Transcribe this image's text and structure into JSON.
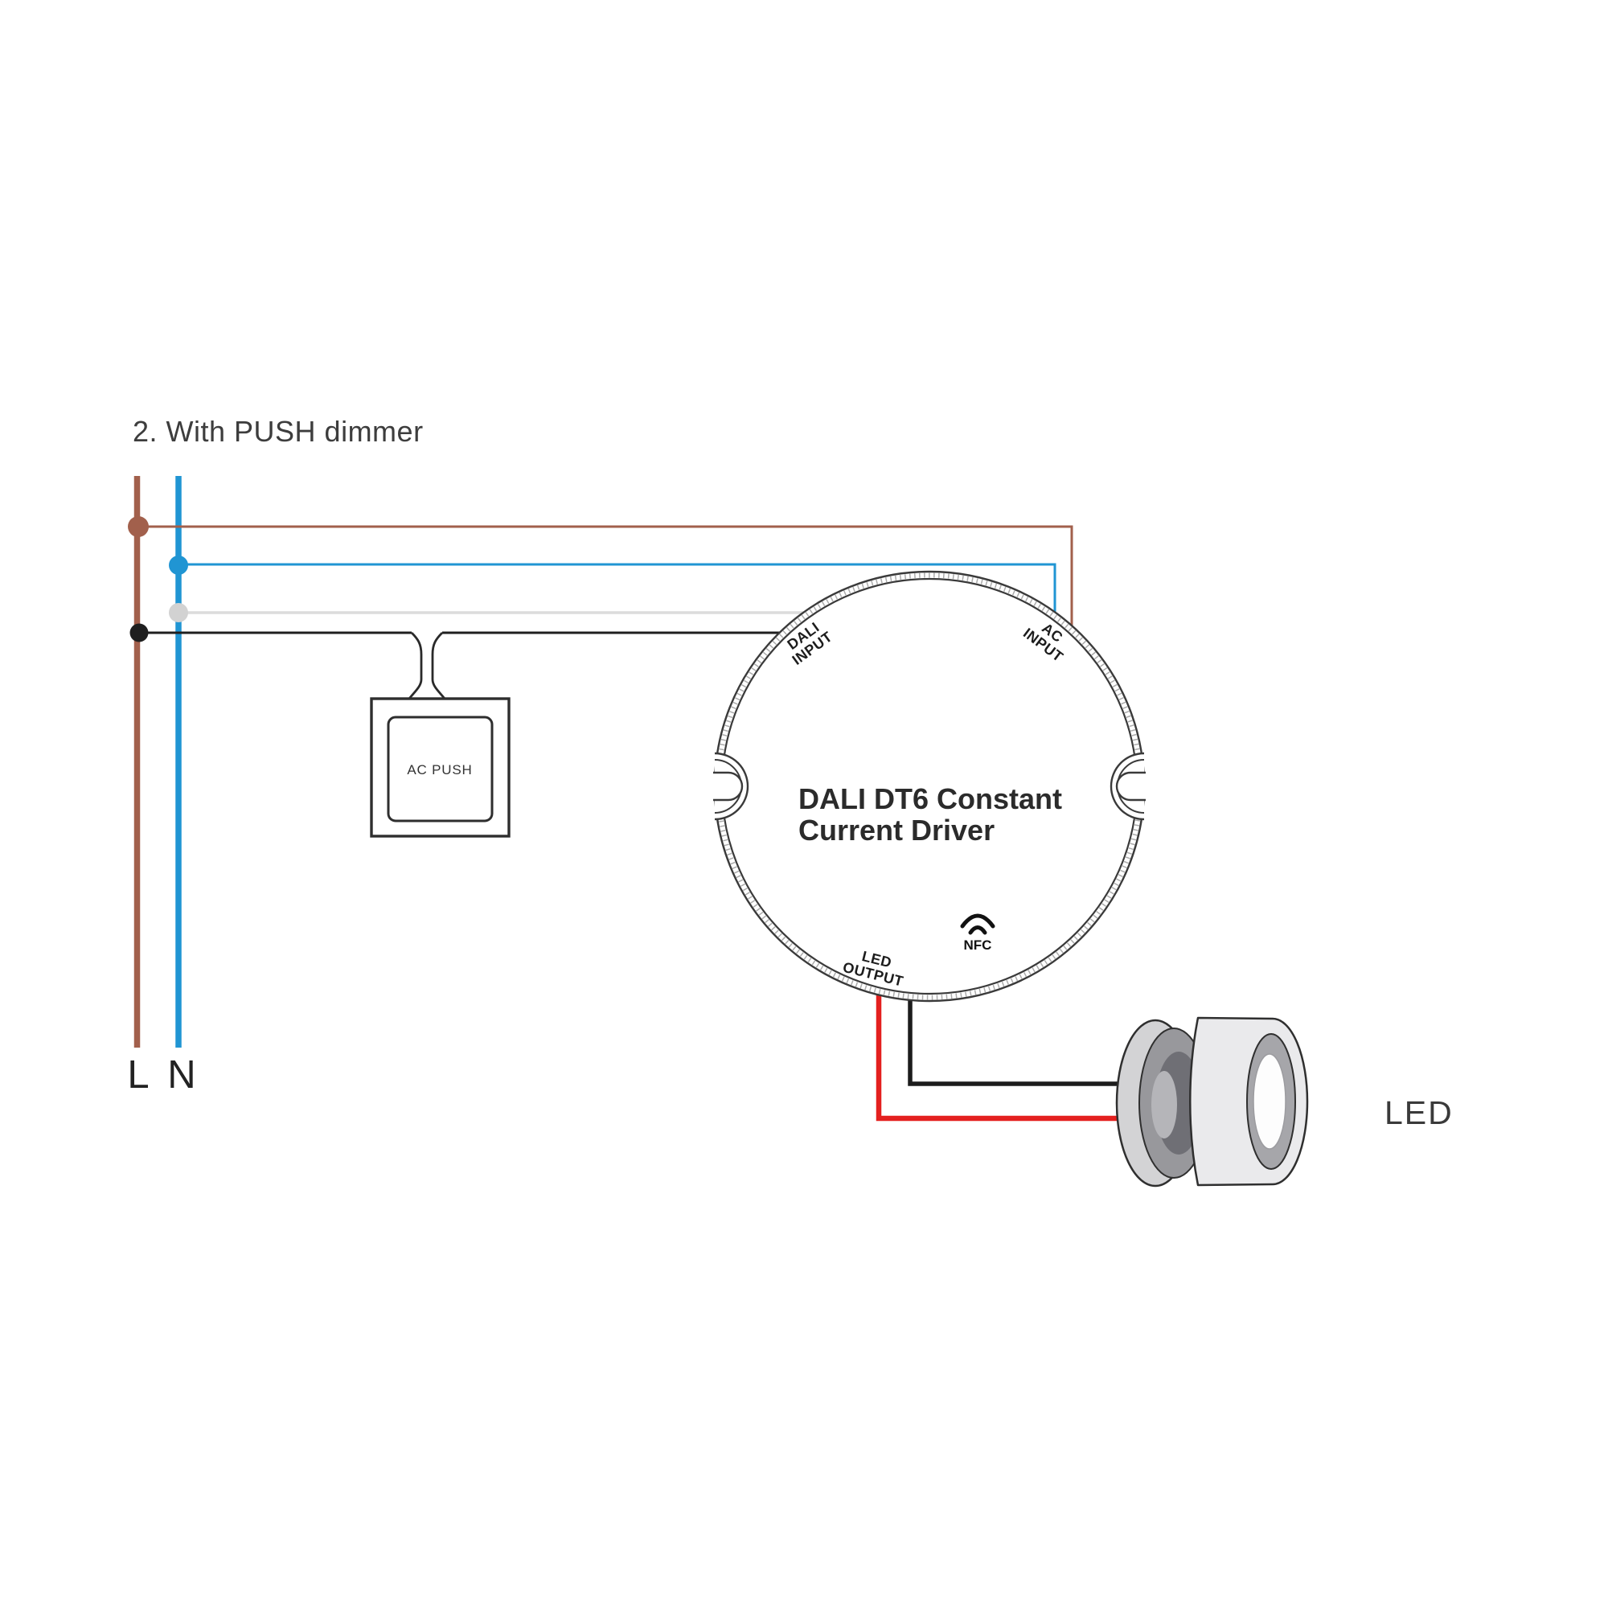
{
  "title": "2. With PUSH dimmer",
  "mains": {
    "live_label": "L",
    "neutral_label": "N"
  },
  "push_dimmer": {
    "label": "AC PUSH"
  },
  "driver": {
    "name_line1": "DALI DT6 Constant",
    "name_line2": "Current Driver",
    "port_dali_line1": "DALI",
    "port_dali_line2": "INPUT",
    "port_ac_line1": "AC",
    "port_ac_line2": "INPUT",
    "port_led_line1": "LED",
    "port_led_line2": "OUTPUT",
    "nfc_label": "NFC"
  },
  "led_fixture": {
    "label": "LED"
  },
  "colors": {
    "live_brown": "#a2604c",
    "neutral_blue": "#2095d3",
    "dali_gray": "#dcdcdc",
    "dali_gray_dot": "#d2d2d2",
    "dali_black": "#1f1f1f",
    "led_plus_red": "#e4201f",
    "led_minus_black": "#1c1c1c",
    "outline": "#3a3a3a"
  }
}
